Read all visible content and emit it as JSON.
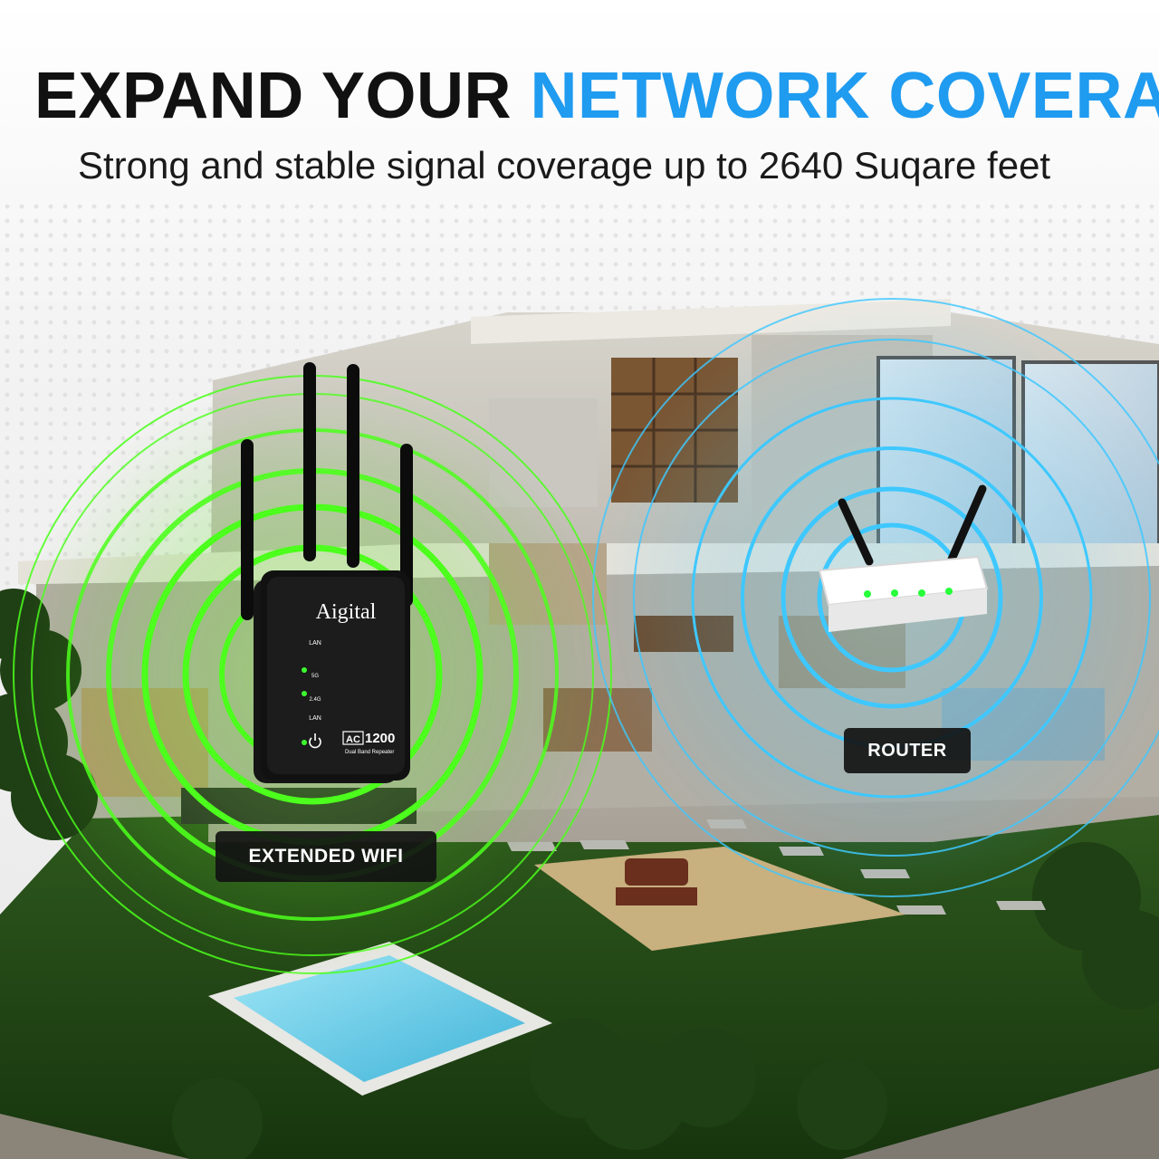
{
  "headline": {
    "part1": "EXPAND YOUR ",
    "part2": "NETWORK COVERAGE"
  },
  "subtitle": "Strong and stable signal coverage up to 2640 Suqare feet",
  "repeater": {
    "brand": "Aigital",
    "led_labels": [
      "LAN",
      "5G",
      "2.4G",
      "LAN"
    ],
    "model_prefix": "AC",
    "model_number": "1200",
    "model_desc": "Dual Band Repeater"
  },
  "labels": {
    "extended": "EXTENDED WIFI",
    "router": "ROUTER"
  },
  "colors": {
    "accent": "#1f9bf0",
    "wifi_green": "#4cff1c",
    "router_blue": "#3ec8ff"
  }
}
